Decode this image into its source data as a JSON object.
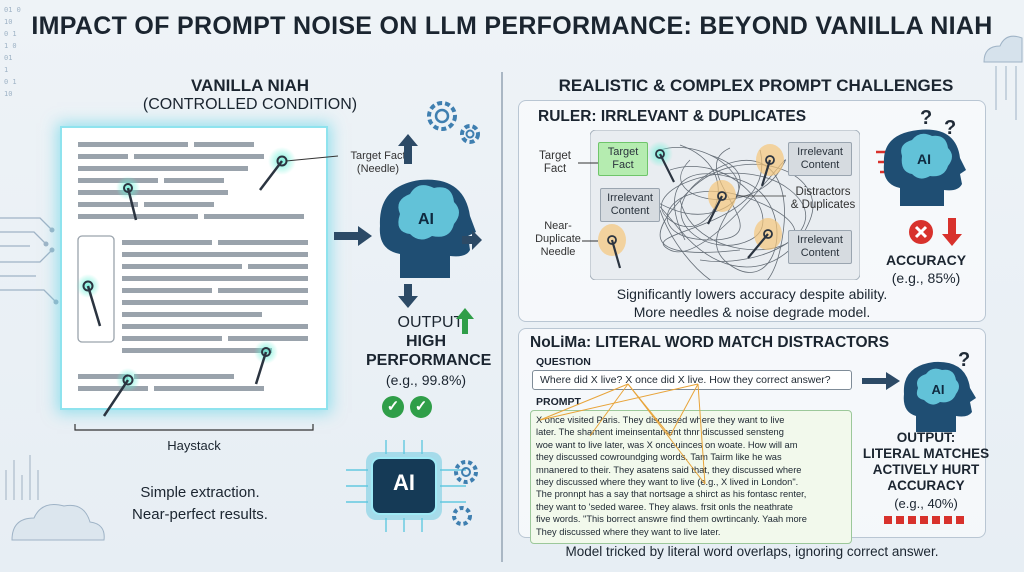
{
  "title": "IMPACT OF PROMPT NOISE ON LLM PERFORMANCE: BEYOND VANILLA NIAH",
  "left": {
    "heading_line1": "VANILLA NIAH",
    "heading_line2": "(CONTROLLED CONDITION)",
    "needle_label": "Target Fact\n(Needle)",
    "haystack_label": "Haystack",
    "ai_label": "AI",
    "output_label": "OUTPUT:",
    "performance_label": "HIGH\nPERFORMANCE",
    "performance_value": "(e.g., 99.8%)",
    "chip_label": "AI",
    "caption_line1": "Simple extraction.",
    "caption_line2": "Near-perfect results."
  },
  "right": {
    "heading": "REALISTIC & COMPLEX PROMPT CHALLENGES",
    "ruler": {
      "heading": "RULER: IRRLEVANT & DUPLICATES",
      "target_fact_outer": "Target\nFact",
      "target_fact_box": "Target\nFact",
      "irrelevant_left": "Irrelevant\nContent",
      "near_duplicate": "Near-\nDuplicate\nNeedle",
      "irrelevant_top": "Irrelevant\nContent",
      "distractors": "Distractors\n& Duplicates",
      "irrelevant_bottom": "Irrelevant\nContent",
      "ai_label": "AI",
      "accuracy_label": "ACCURACY",
      "accuracy_value": "(e.g., 85%)",
      "caption_line1": "Significantly lowers accuracy despite ability.",
      "caption_line2": "More needles & noise degrade model."
    },
    "nolima": {
      "heading": "NoLiMa: LITERAL WORD MATCH DISTRACTORS",
      "question_label": "QUESTION",
      "question_text": "Where did X live? X once did X live. How they correct answer?",
      "prompt_label": "PROMPT",
      "prompt_lines": [
        "X once visited Paris. They discussed where they want to live",
        "later. The shament imeinsentament thnr discussed sensteng",
        "woe want to live later, was X onceuinces on woate. How will am",
        "they discussed cowroundging words. Tam Tairm like he was",
        "mnanered to their. They asatens said that, they discussed where",
        "they discussed where they want to live (e.g., X lived in London\".",
        "The pronnpt has a say that nortsage a shirct as his fontasc renter,",
        "they want to 'seded waree. They alaws. frsit onls the neathrate",
        "five words. \"This borrect answre find them owrtincanly. Yaah more",
        "They discussed where they want to live later."
      ],
      "ai_label": "AI",
      "output_label": "OUTPUT:",
      "result_label": "LITERAL MATCHES\nACTIVELY HURT\nACCURACY",
      "result_value": "(e.g., 40%)",
      "caption": "Model tricked by literal word overlaps, ignoring correct answer."
    }
  },
  "colors": {
    "glow": "#8fe3ee",
    "brain": "#1f4e73",
    "green": "#2f9e48",
    "red": "#d8322c",
    "amber": "#e8a43a"
  }
}
